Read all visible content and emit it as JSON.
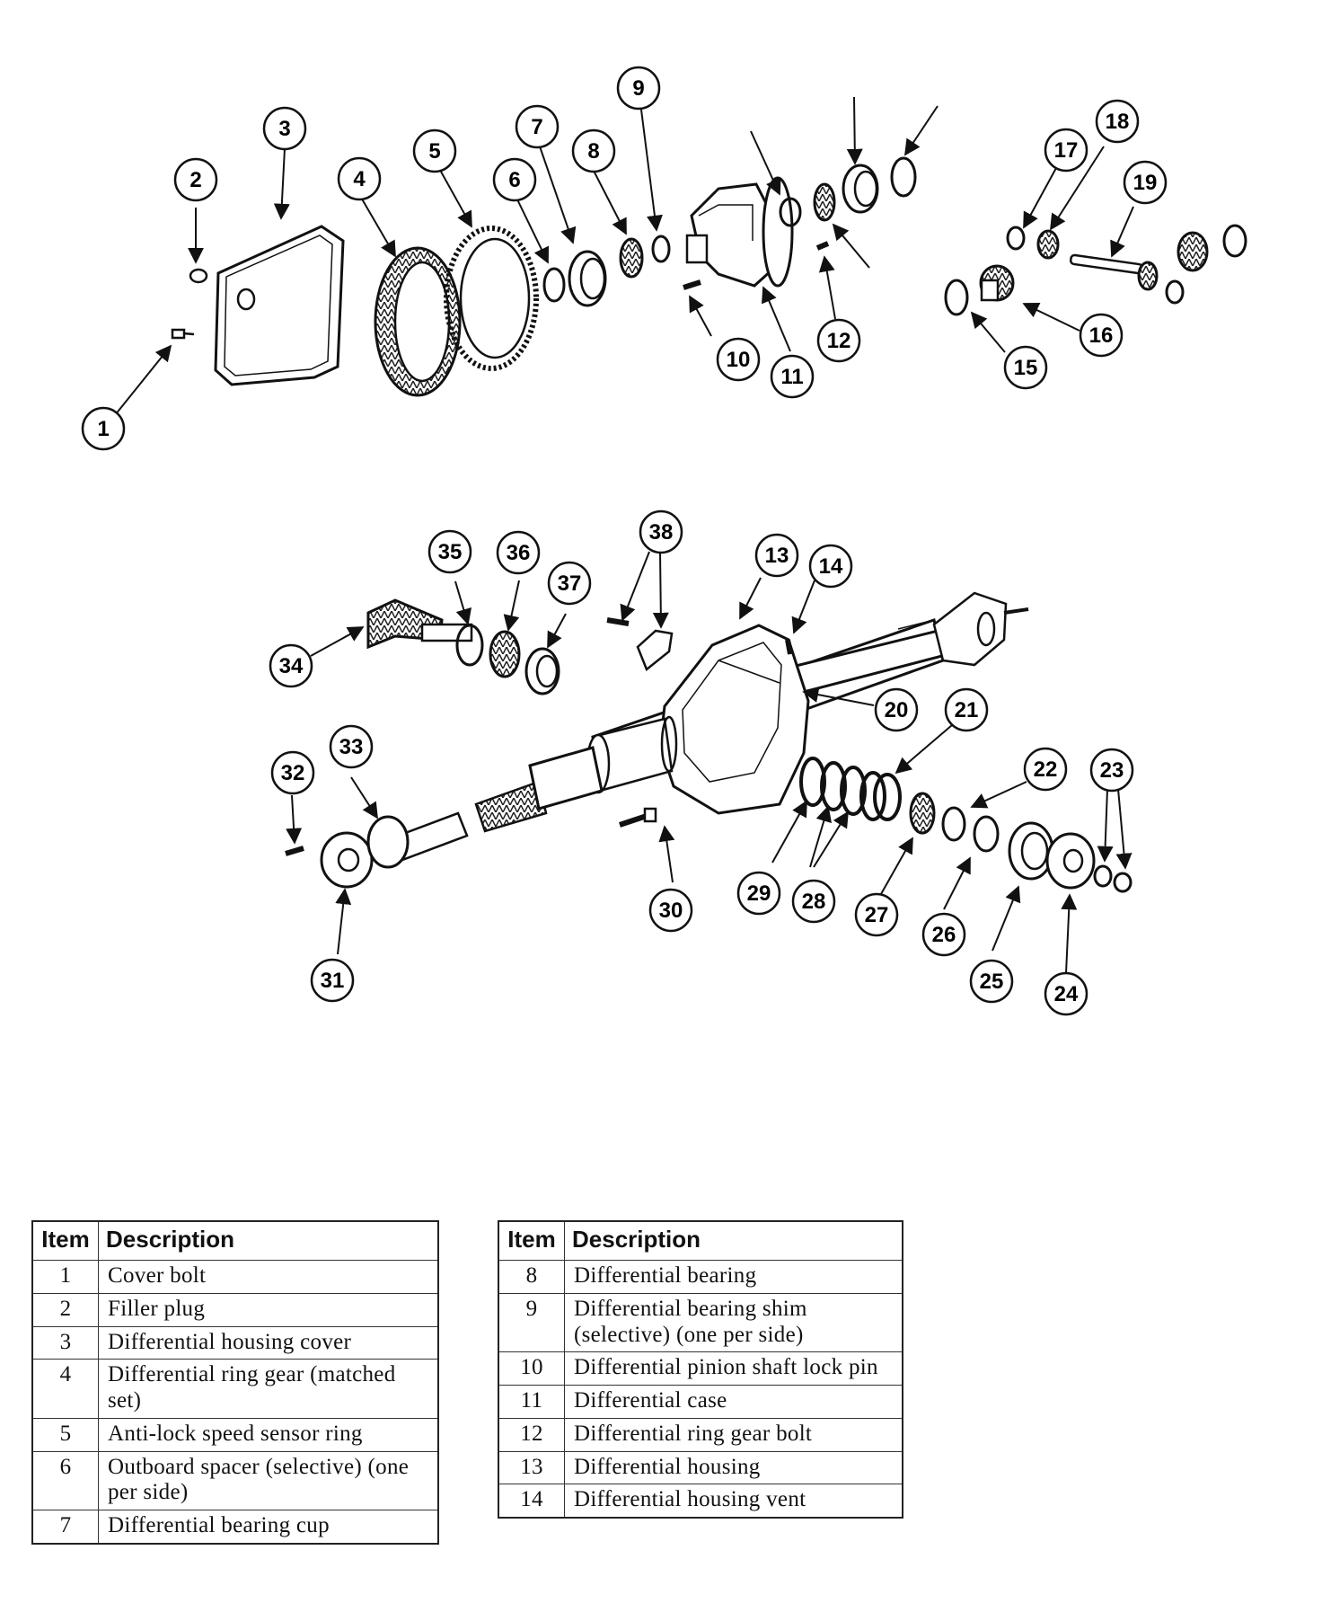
{
  "diagram": {
    "callouts": [
      "1",
      "2",
      "3",
      "4",
      "5",
      "6",
      "7",
      "8",
      "9",
      "10",
      "11",
      "12",
      "13",
      "14",
      "15",
      "16",
      "17",
      "18",
      "19",
      "20",
      "21",
      "22",
      "23",
      "24",
      "25",
      "26",
      "27",
      "28",
      "29",
      "30",
      "31",
      "32",
      "33",
      "34",
      "35",
      "36",
      "37",
      "38"
    ]
  },
  "tables": {
    "left": {
      "header_item": "Item",
      "header_description": "Description",
      "rows": [
        {
          "item": "1",
          "description": "Cover bolt"
        },
        {
          "item": "2",
          "description": "Filler plug"
        },
        {
          "item": "3",
          "description": "Differential housing cover"
        },
        {
          "item": "4",
          "description": "Differential ring gear (matched set)"
        },
        {
          "item": "5",
          "description": "Anti-lock speed sensor ring"
        },
        {
          "item": "6",
          "description": "Outboard spacer (selective) (one per side)"
        },
        {
          "item": "7",
          "description": "Differential bearing cup"
        }
      ]
    },
    "right": {
      "header_item": "Item",
      "header_description": "Description",
      "rows": [
        {
          "item": "8",
          "description": "Differential bearing"
        },
        {
          "item": "9",
          "description": "Differential bearing shim (selective) (one per side)"
        },
        {
          "item": "10",
          "description": "Differential pinion shaft lock pin"
        },
        {
          "item": "11",
          "description": "Differential case"
        },
        {
          "item": "12",
          "description": "Differential ring gear bolt"
        },
        {
          "item": "13",
          "description": "Differential housing"
        },
        {
          "item": "14",
          "description": "Differential housing vent"
        }
      ]
    }
  }
}
